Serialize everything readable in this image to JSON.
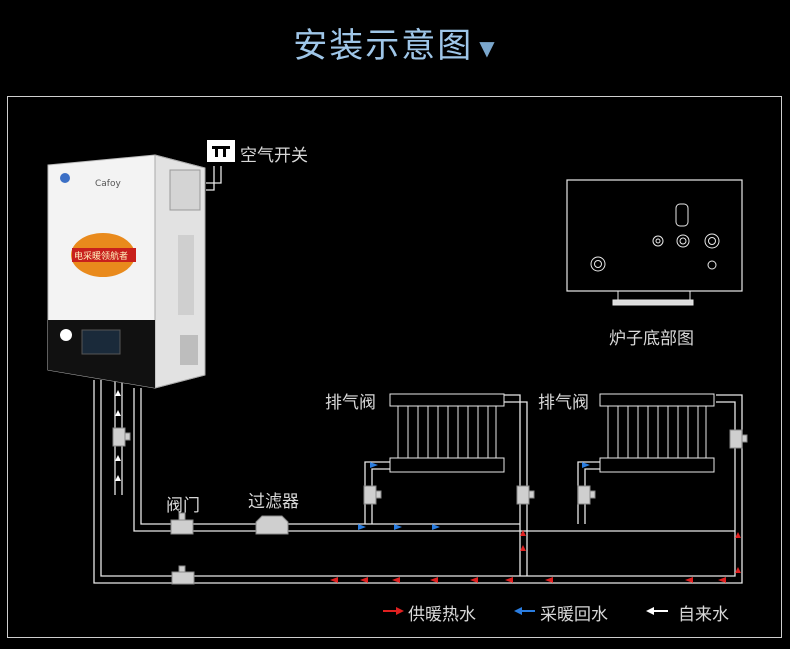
{
  "title": "安装示意图",
  "labels": {
    "air_switch": "空气开关",
    "furnace_bottom": "炉子底部图",
    "vent_valve_1": "排气阀",
    "vent_valve_2": "排气阀",
    "valve": "阀门",
    "filter": "过滤器"
  },
  "boiler_brand": "Cafoy",
  "boiler_badge": "电采暖领航者",
  "legend": [
    {
      "label": "供暖热水",
      "color": "#e02020"
    },
    {
      "label": "采暖回水",
      "color": "#2a7de0"
    },
    {
      "label": "自来水",
      "color": "#ffffff"
    }
  ]
}
